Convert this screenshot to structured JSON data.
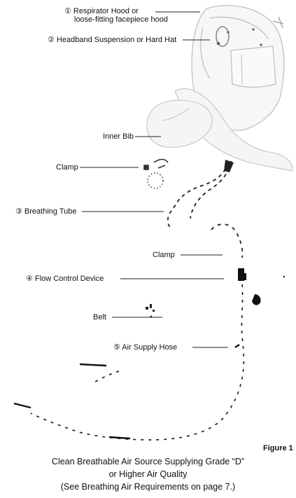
{
  "labels": {
    "hood_line1": "① Respirator Hood or",
    "hood_line2": "loose-fitting facepiece hood",
    "headband": "② Headband Suspension or Hard Hat",
    "inner_bib": "Inner Bib",
    "clamp_upper": "Clamp",
    "breathing_tube": "③ Breathing Tube",
    "clamp_lower": "Clamp",
    "flow_control": "④ Flow Control Device",
    "belt": "Belt",
    "air_supply_hose": "⑤ Air Supply Hose"
  },
  "figure_label": "Figure 1",
  "caption": {
    "line1": "Clean Breathable Air Source Supplying Grade “D”",
    "line2": "or Higher Air Quality",
    "line3": "(See Breathing Air Requirements on  page 7.)"
  }
}
